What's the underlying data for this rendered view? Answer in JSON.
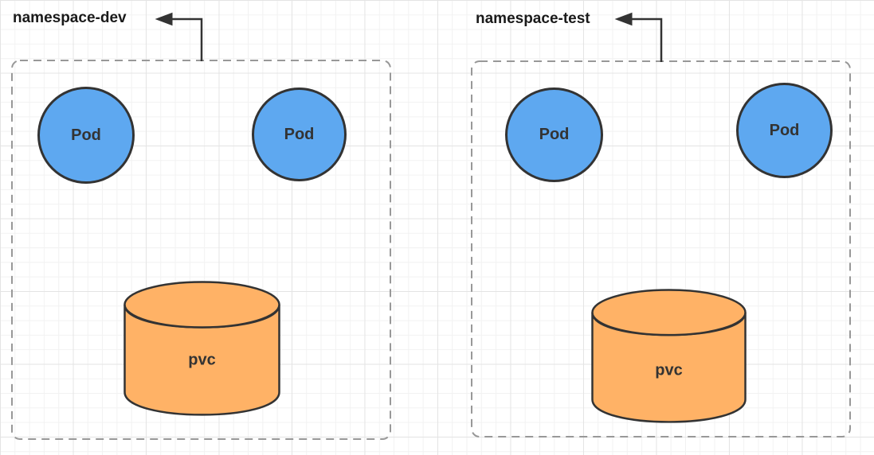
{
  "diagram": {
    "namespaces": [
      {
        "label": "namespace-dev",
        "pods": [
          "Pod",
          "Pod"
        ],
        "pvc_label": "pvc"
      },
      {
        "label": "namespace-test",
        "pods": [
          "Pod",
          "Pod"
        ],
        "pvc_label": "pvc"
      }
    ],
    "colors": {
      "pod_fill": "#5EA8F0",
      "pod_stroke": "#333333",
      "pvc_fill": "#FFB266",
      "pvc_stroke": "#333333",
      "namespace_border": "#989898",
      "arrow": "#333333",
      "namespace_label_text": "#1a1a1a",
      "shape_label_text": "#333333",
      "background": "#ffffff",
      "grid_minor": "#f2f2f2",
      "grid_major": "#e4e4e4"
    }
  }
}
